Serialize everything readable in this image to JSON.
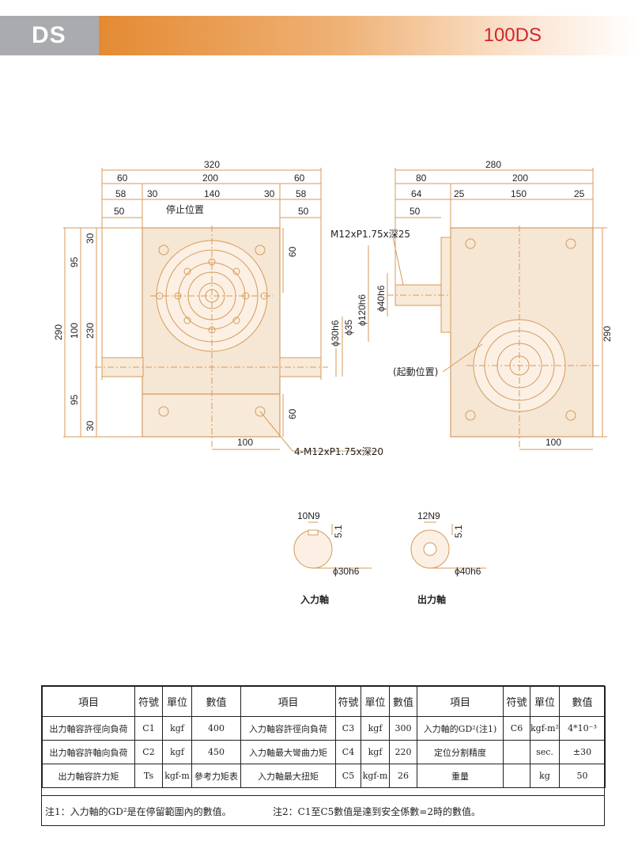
{
  "header": {
    "model_tag": "DS",
    "model_name": "100DS"
  },
  "drawing": {
    "front": {
      "overall_width": "320",
      "w60a": "60",
      "w200": "200",
      "w60b": "60",
      "w58a": "58",
      "w30a": "30",
      "w140": "140",
      "w30b": "30",
      "w58b": "58",
      "w50a": "50",
      "w50b": "50",
      "stop_position": "停止位置",
      "h290": "290",
      "h95a": "95",
      "h100": "100",
      "h95b": "95",
      "h30a": "30",
      "h230": "230",
      "h30b": "30",
      "h60a": "60",
      "h60b": "60",
      "shaft_dia": "ϕ30h6",
      "shaft_dia2": "ϕ35",
      "bolt_spacing": "100",
      "bolt_callout": "4-M12xP1.75x深20"
    },
    "side": {
      "overall_width": "280",
      "w80": "80",
      "w200": "200",
      "w64": "64",
      "w25a": "25",
      "w150": "150",
      "w25b": "25",
      "w50": "50",
      "thread_callout": "M12xP1.75x深25",
      "pilot_dia": "ϕ120h6",
      "hub_dia": "ϕ40h6",
      "start_position": "(起動位置)",
      "h290": "290",
      "bolt_spacing": "100"
    },
    "input_shaft": {
      "keyway": "10N9",
      "depth": "5.1",
      "dia": "ϕ30h6",
      "label": "入力軸"
    },
    "output_shaft": {
      "keyway": "12N9",
      "depth": "5.1",
      "dia": "ϕ40h6",
      "label": "出力軸"
    }
  },
  "spec_table": {
    "headers": [
      "項目",
      "符號",
      "單位",
      "數值",
      "項目",
      "符號",
      "單位",
      "數值",
      "項目",
      "符號",
      "單位",
      "數值"
    ],
    "rows": [
      [
        "出力軸容許徑向負荷",
        "C1",
        "kgf",
        "400",
        "入力軸容許徑向負荷",
        "C3",
        "kgf",
        "300",
        "入力軸的GD²(注1)",
        "C6",
        "kgf-m²",
        "4*10⁻³"
      ],
      [
        "出力軸容許軸向負荷",
        "C2",
        "kgf",
        "450",
        "入力軸最大彎曲力矩",
        "C4",
        "kgf",
        "220",
        "定位分割精度",
        "",
        "sec.",
        "±30"
      ],
      [
        "出力軸容許力矩",
        "Ts",
        "kgf-m",
        "參考力矩表",
        "入力軸最大扭矩",
        "C5",
        "kgf-m",
        "26",
        "重量",
        "",
        "kg",
        "50"
      ]
    ],
    "note1": "注1：入力軸的GD²是在停留範圍內的數值。",
    "note2": "注2：C1至C5數值是達到安全係數=2時的數值。"
  }
}
